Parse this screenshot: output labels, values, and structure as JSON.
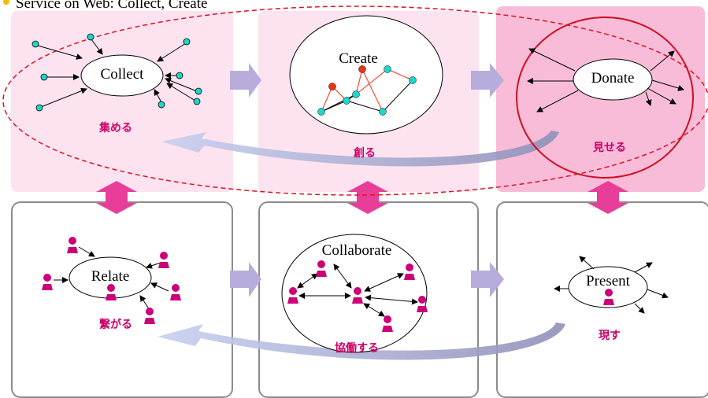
{
  "title": "Service on Web: Collect, Create",
  "top_row": [
    {
      "oval_label": "Collect",
      "jp_label": "集める"
    },
    {
      "oval_label": "Create",
      "jp_label": "創る"
    },
    {
      "oval_label": "Donate",
      "jp_label": "見せる"
    }
  ],
  "bottom_row": [
    {
      "oval_label": "Relate",
      "jp_label": "繋がる"
    },
    {
      "oval_label": "Collaborate",
      "jp_label": "協働する"
    },
    {
      "oval_label": "Present",
      "jp_label": "現す"
    }
  ],
  "colors": {
    "top_box": "#fde3ef",
    "top_box_right": "#f9bcd8",
    "pink_arrow": "#e83e9a",
    "purple_arrow": "#b8acdc",
    "node_teal": "#1ed6cc",
    "node_red": "#ee3311",
    "dashed_ellipse": "#dd1122",
    "person": "#cc0077"
  }
}
